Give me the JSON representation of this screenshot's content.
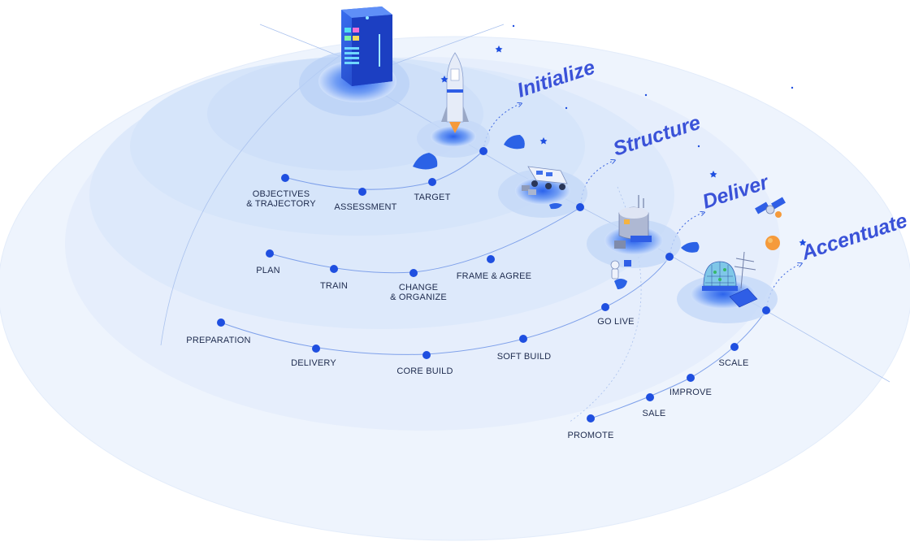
{
  "phases": [
    "Initialize",
    "Structure",
    "Deliver",
    "Accentuate"
  ],
  "initialize_steps": [
    "OBJECTIVES",
    "& TRAJECTORY",
    "ASSESSMENT",
    "TARGET"
  ],
  "structure_steps": [
    "PLAN",
    "TRAIN",
    "CHANGE",
    "& ORGANIZE",
    "FRAME & AGREE"
  ],
  "deliver_steps": [
    "PREPARATION",
    "DELIVERY",
    "CORE BUILD",
    "SOFT BUILD",
    "GO LIVE"
  ],
  "accentuate_steps": [
    "PROMOTE",
    "SALE",
    "IMPROVE",
    "SCALE"
  ],
  "icons": [
    "server-rack-icon",
    "rocket-icon",
    "rover-icon",
    "space-station-icon",
    "astronaut-icon",
    "satellite-icon",
    "planet-icon",
    "biodome-icon",
    "solar-panel-icon",
    "rock-icon",
    "star-icon"
  ],
  "colors": {
    "accent": "#1f4fe0",
    "phase_text": "#3a52d8",
    "label_text": "#1d2a4d",
    "halo": "#d8e6fb"
  }
}
